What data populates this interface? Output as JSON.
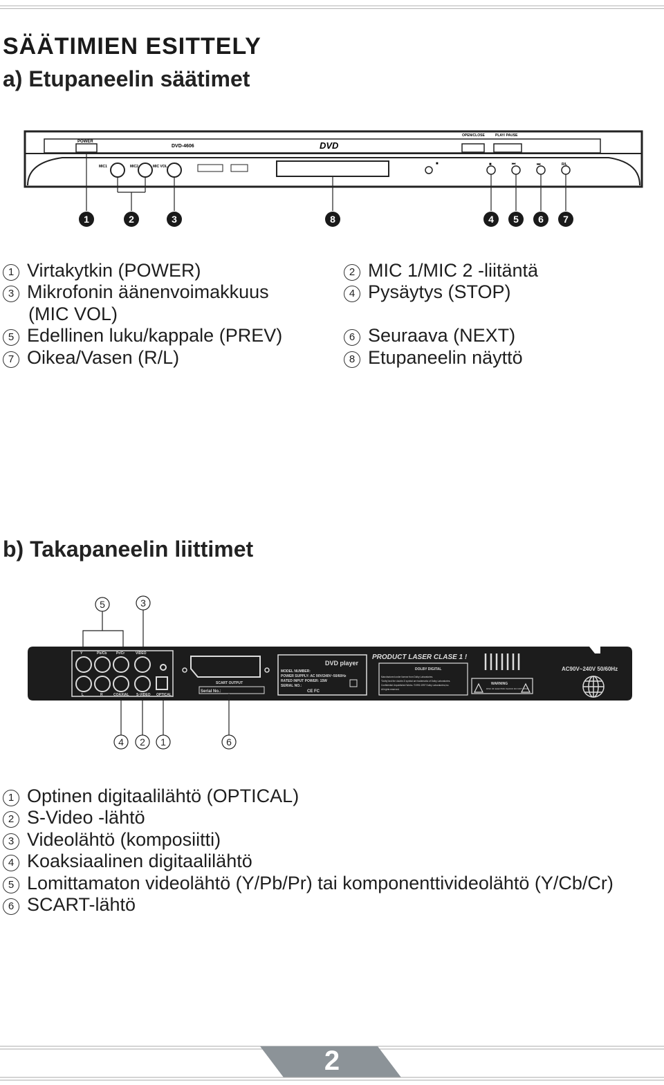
{
  "title": "SÄÄTIMIEN ESITTELY",
  "front": {
    "heading": "a) Etupaneelin säätimet",
    "panel": {
      "power": "POWER",
      "model": "DVD-4606",
      "logo": "DVD",
      "open_close": "OPEN/CLOSE",
      "play_pause": "PLAY/ PAUSE",
      "mic1": "MIC1",
      "mic2": "MIC2",
      "mic_vol": "MIC VOL",
      "rl": "R/L"
    },
    "callouts": [
      "1",
      "2",
      "3",
      "8",
      "4",
      "5",
      "6",
      "7"
    ],
    "items": [
      {
        "num": "1",
        "label": "Virtakytkin (POWER)"
      },
      {
        "num": "3",
        "label": "Mikrofonin äänenvoimakkuus",
        "cont": "(MIC VOL)"
      },
      {
        "num": "5",
        "label": "Edellinen luku/kappale (PREV)"
      },
      {
        "num": "7",
        "label": "Oikea/Vasen (R/L)"
      },
      {
        "num": "2",
        "label": "MIC 1/MIC 2 -liitäntä"
      },
      {
        "num": "4",
        "label": "Pysäytys (STOP)"
      },
      {
        "num": "6",
        "label": "Seuraava (NEXT)"
      },
      {
        "num": "8",
        "label": "Etupaneelin näyttö"
      }
    ]
  },
  "rear": {
    "heading": "b) Takapaneelin liittimet",
    "panel": {
      "y": "Y",
      "pb": "Pb/Cb",
      "pr": "Pr/Cr",
      "video": "VIDEO",
      "l": "L",
      "r": "R",
      "coaxial": "COAXIAL",
      "svideo": "S-VIDEO",
      "optical": "OPTICAL",
      "scart": "SCART OUTPUT",
      "serial": "Serial No.:",
      "dvd_player": "DVD player",
      "model_number": "MODEL NUMBER:",
      "power_supply": "POWER SUPPLY:  AC 90V/240V~50/60Hz",
      "rated_power": "RATED INPUT POWER:   15W",
      "serial_no": "SERIAL NO.:",
      "ce": "CE FC",
      "laser": "PRODUCT  LASER  CLASE  1 !",
      "dolby": "DOLBY DIGITAL",
      "dolby_text1": "Manufactured under license from Dolby Laboratories.",
      "dolby_text2": "\"Dolby\"and the double-D symbol are trademarks of Dolby Laboratories.",
      "dolby_text3": "Confidential Unpublished Works. ©1992-1997 Dolby Laboratories,Inc.",
      "dolby_text4": "All rights reserved.",
      "warning": "WARNING",
      "warning_sub": "RISK OF ELECTRIC SHOCK DO NOT OPEN",
      "ac": "AC90V~240V  50/60Hz"
    },
    "top_callouts": [
      "5",
      "3"
    ],
    "bottom_callouts": [
      "4",
      "2",
      "1",
      "6"
    ],
    "items": [
      {
        "num": "1",
        "label": "Optinen digitaalilähtö (OPTICAL)"
      },
      {
        "num": "2",
        "label": "S-Video -lähtö"
      },
      {
        "num": "3",
        "label": "Videolähtö (komposiitti)"
      },
      {
        "num": "4",
        "label": "Koaksiaalinen digitaalilähtö"
      },
      {
        "num": "5",
        "label": "Lomittamaton videolähtö (Y/Pb/Pr) tai komponenttivideolähtö (Y/Cb/Cr)"
      },
      {
        "num": "6",
        "label": "SCART-lähtö"
      }
    ]
  },
  "page_number": "2"
}
